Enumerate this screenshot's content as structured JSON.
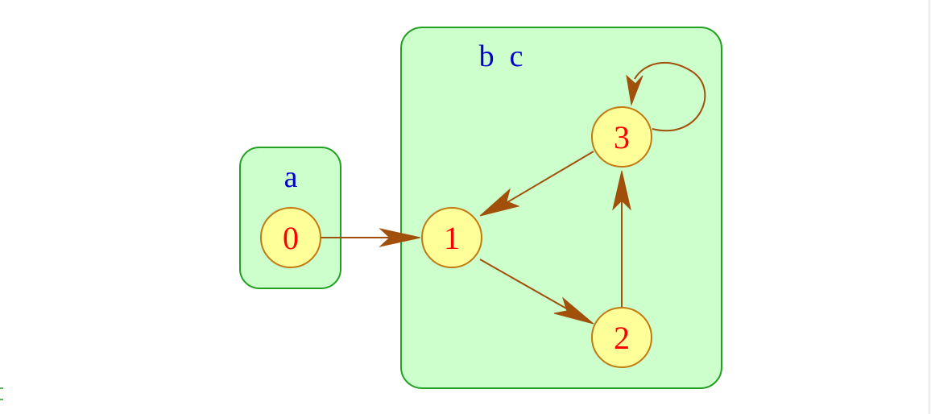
{
  "clusters": {
    "a": {
      "label": "a"
    },
    "bc": {
      "label": "b  c"
    }
  },
  "nodes": {
    "n0": {
      "label": "0"
    },
    "n1": {
      "label": "1"
    },
    "n2": {
      "label": "2"
    },
    "n3": {
      "label": "3"
    }
  },
  "edges": [
    {
      "from": "0",
      "to": "1"
    },
    {
      "from": "1",
      "to": "2"
    },
    {
      "from": "2",
      "to": "3"
    },
    {
      "from": "3",
      "to": "1"
    },
    {
      "from": "3",
      "to": "3"
    }
  ],
  "colors": {
    "cluster_fill": "#ccffcc",
    "cluster_border": "#22a022",
    "cluster_label": "#0000cc",
    "node_fill": "#ffff99",
    "node_border": "#c07a10",
    "node_label": "#ff0000",
    "edge": "#a0500a"
  }
}
